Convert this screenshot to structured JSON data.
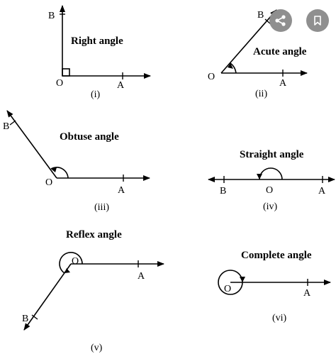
{
  "figures": [
    {
      "title": "Right angle",
      "caption": "(i)",
      "vertex": "O",
      "arm_a": "A",
      "arm_b": "B"
    },
    {
      "title": "Acute angle",
      "caption": "(ii)",
      "vertex": "O",
      "arm_a": "A",
      "arm_b": "B"
    },
    {
      "title": "Obtuse angle",
      "caption": "(iii)",
      "vertex": "O",
      "arm_a": "A",
      "arm_b": "B"
    },
    {
      "title": "Straight angle",
      "caption": "(iv)",
      "vertex": "O",
      "arm_a": "A",
      "arm_b": "B"
    },
    {
      "title": "Reflex angle",
      "caption": "(v)",
      "vertex": "O",
      "arm_a": "A",
      "arm_b": "B"
    },
    {
      "title": "Complete angle",
      "caption": "(vi)",
      "vertex": "O",
      "arm_a": "A"
    }
  ],
  "overlay": {
    "share_icon": "share-icon",
    "bookmark_icon": "bookmark-icon",
    "button_color": "#8f8f8f"
  }
}
